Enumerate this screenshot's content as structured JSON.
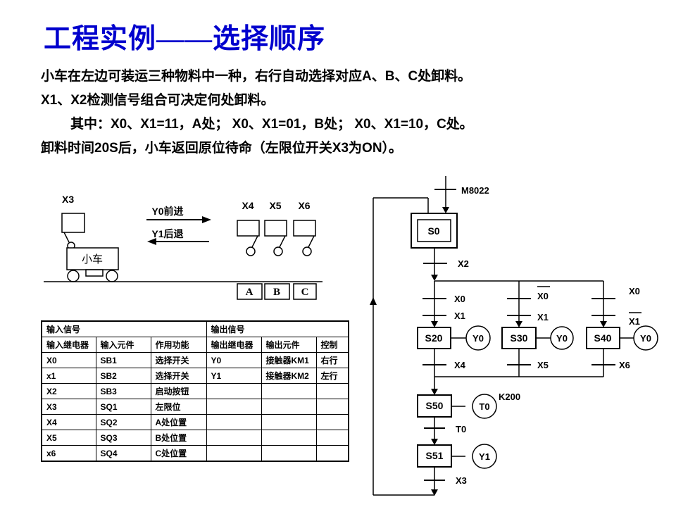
{
  "title": "工程实例——选择顺序",
  "intro": {
    "line1": "小车在左边可装运三种物料中一种，右行自动选择对应A、B、C处卸料。",
    "line2": "X1、X2检测信号组合可决定何处卸料。",
    "line3": "其中：X0、X1=11，A处； X0、X1=01，B处； X0、X1=10，C处。",
    "line4": "卸料时间20S后，小车返回原位待命（左限位开关X3为ON）。"
  },
  "cart_diagram": {
    "x3_label": "X3",
    "cart_label": "小车",
    "forward_label": "Y0前进",
    "backward_label": "Y1后退",
    "x4_label": "X4",
    "x5_label": "X5",
    "x6_label": "X6",
    "pos_a": "A",
    "pos_b": "B",
    "pos_c": "C"
  },
  "io_table": {
    "input_group": "输入信号",
    "output_group": "输出信号",
    "headers": [
      "输入继电器",
      "输入元件",
      "作用功能",
      "输出继电器",
      "输出元件",
      "控制"
    ],
    "rows": [
      [
        "X0",
        "SB1",
        "选择开关",
        "Y0",
        "接触器KM1",
        "右行"
      ],
      [
        "x1",
        "SB2",
        "选择开关",
        "Y1",
        "接触器KM2",
        "左行"
      ],
      [
        "X2",
        "SB3",
        "启动按钮",
        "",
        "",
        ""
      ],
      [
        "X3",
        "SQ1",
        "左限位",
        "",
        "",
        ""
      ],
      [
        "X4",
        "SQ2",
        "A处位置",
        "",
        "",
        ""
      ],
      [
        "X5",
        "SQ3",
        "B处位置",
        "",
        "",
        ""
      ],
      [
        "x6",
        "SQ4",
        "C处位置",
        "",
        "",
        ""
      ]
    ]
  },
  "sfc": {
    "m8022": "M8022",
    "s0": "S0",
    "x2": "X2",
    "x0": "X0",
    "x1": "X1",
    "not_x0": "X0",
    "not_x1": "X1",
    "s20": "S20",
    "s30": "S30",
    "s40": "S40",
    "y0": "Y0",
    "x4": "X4",
    "x5": "X5",
    "x6": "X6",
    "s50": "S50",
    "t0_coil": "T0",
    "k200": "K200",
    "t0": "T0",
    "s51": "S51",
    "y1": "Y1",
    "x3": "X3"
  },
  "colors": {
    "title_blue": "#0000CD",
    "line_black": "#000000",
    "background": "#FFFFFF"
  }
}
